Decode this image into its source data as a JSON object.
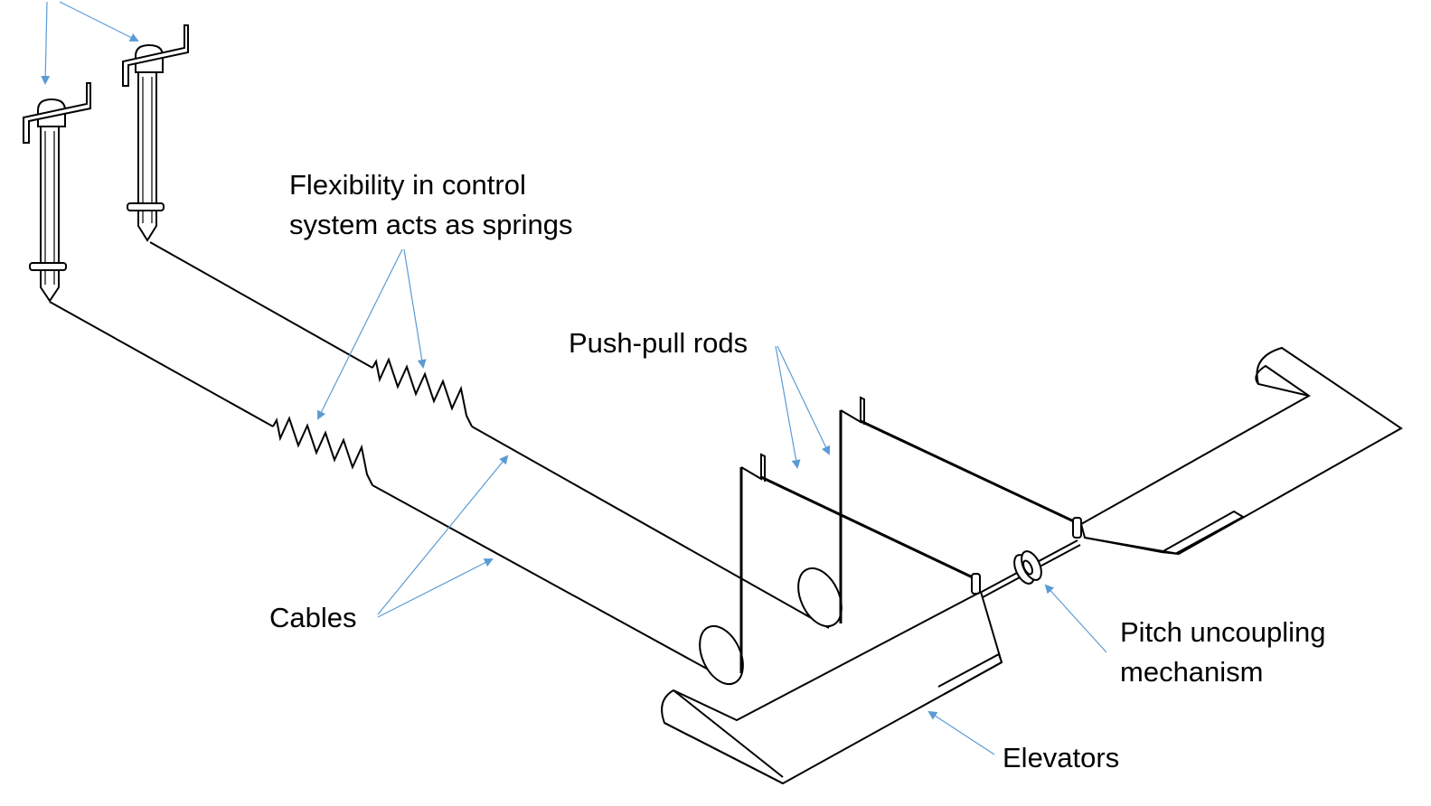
{
  "labels": {
    "flexibility_line1": "Flexibility in control",
    "flexibility_line2": "system acts as springs",
    "push_pull_rods": "Push-pull rods",
    "cables": "Cables",
    "pitch_line1": "Pitch uncoupling",
    "pitch_line2": "mechanism",
    "elevators": "Elevators"
  },
  "colors": {
    "line": "#000000",
    "arrow": "#5b9bd5",
    "background": "#ffffff"
  }
}
